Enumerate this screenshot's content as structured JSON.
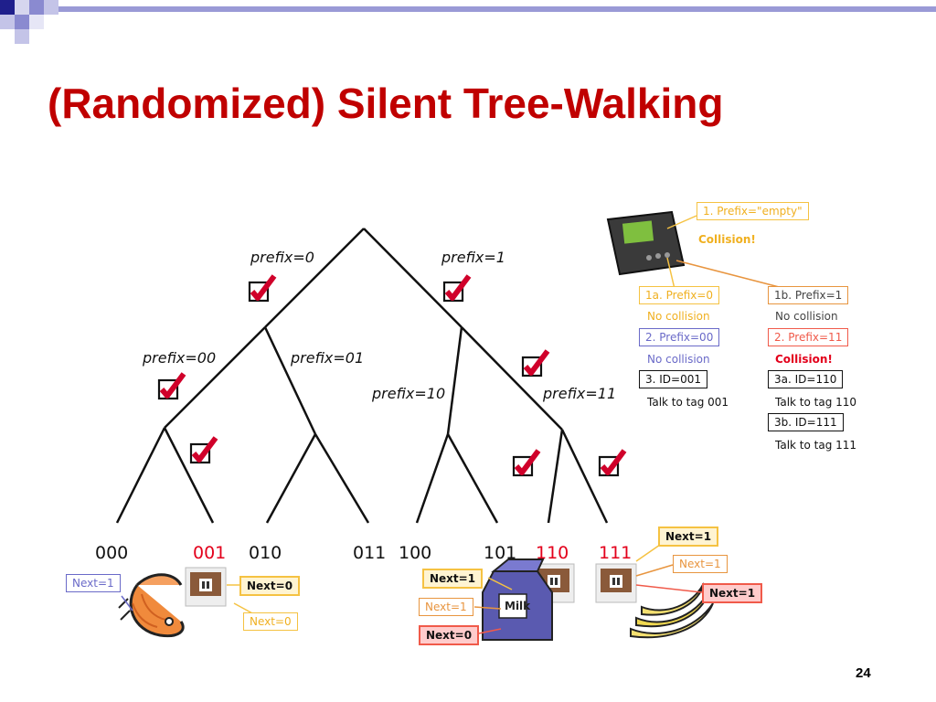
{
  "slide": {
    "title": "(Randomized) Silent Tree-Walking",
    "page_number": "24"
  },
  "tree": {
    "branch_labels": {
      "p0": "prefix=0",
      "p1": "prefix=1",
      "p00": "prefix=00",
      "p01": "prefix=01",
      "p10": "prefix=10",
      "p11": "prefix=11"
    },
    "leaves": [
      "000",
      "001",
      "010",
      "011",
      "100",
      "101",
      "110",
      "111"
    ],
    "highlighted_leaves": [
      "001",
      "110",
      "111"
    ]
  },
  "tag_messages": {
    "left_next1": "Next=1",
    "left_next0_bold": "Next=0",
    "left_next0_light": "Next=0",
    "mid_next1_bold": "Next=1",
    "mid_next1_light": "Next=1",
    "mid_next0_bold": "Next=0",
    "right_next1_top": "Next=1",
    "right_next1_mid": "Next=1",
    "right_next1_red": "Next=1"
  },
  "protocol": {
    "step1": "1. Prefix=\"empty\"",
    "step1_result": "Collision!",
    "step1a": "1a. Prefix=0",
    "step1a_result": "No collision",
    "step1b": "1b. Prefix=1",
    "step1b_result": "No collision",
    "step2a": "2. Prefix=00",
    "step2a_result": "No collision",
    "step2b": "2. Prefix=11",
    "step2b_result": "Collision!",
    "step3a": "3. ID=001",
    "step3a_result": "Talk to tag 001",
    "step3b": "3a. ID=110",
    "step3b_result": "Talk to tag 110",
    "step3c": "3b. ID=111",
    "step3c_result": "Talk to tag 111"
  },
  "product_text": {
    "milk_label": "Milk"
  },
  "colors": {
    "title": "#c00000",
    "leaf_highlight": "#e3001b",
    "check_red": "#d0002a",
    "yellow": "#f5c242",
    "orange": "#e8953f",
    "red_box": "#f05a4a",
    "blue_box": "#6a6ac8"
  }
}
